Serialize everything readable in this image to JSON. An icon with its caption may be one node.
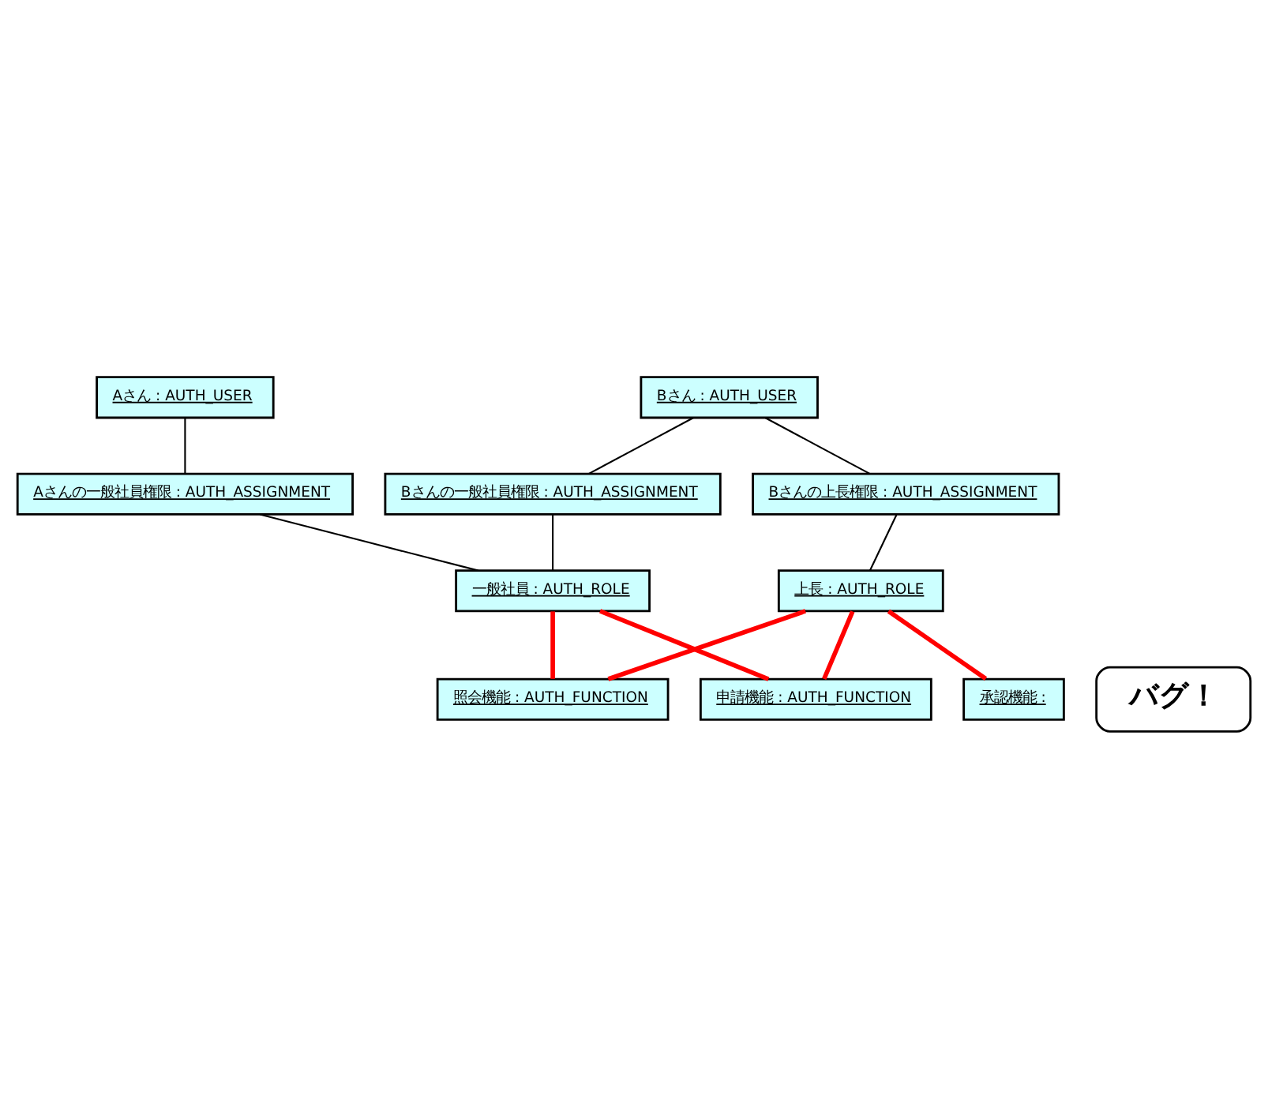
{
  "diagram": {
    "nodes": [
      {
        "text": [
          "Aさん : AUTH_USER"
        ]
      },
      {
        "text": [
          "Bさん : AUTH_USER"
        ]
      },
      {
        "text": [
          "Aさんの一般社員権限 : AUTH_ASSIGNMENT"
        ]
      },
      {
        "text": [
          "Bさんの一般社員権限 : AUTH_ASSIGNMENT"
        ]
      },
      {
        "text": [
          "Bさんの上長権限 : AUTH_ASSIGNMENT"
        ]
      },
      {
        "text": [
          "一般社員 : AUTH_ROLE"
        ]
      },
      {
        "text": [
          "上長 : AUTH_ROLE"
        ]
      },
      {
        "text": [
          "申請機能 : AUTH_FUNCTION"
        ]
      },
      {
        "text": [
          "照会機能 : AUTH_FUNCTION"
        ]
      },
      {
        "text": [
          "承認機能 :"
        ]
      },
      {
        "text": [
          "バグ！"
        ]
      }
    ],
    "edges": [
      {
        "from": 0,
        "to": 2,
        "arrow": "none"
      },
      {
        "from": 1,
        "to": 3,
        "arrow": "none"
      },
      {
        "from": 1,
        "to": 4,
        "arrow": "none"
      },
      {
        "from": 2,
        "to": 5,
        "arrow": "none"
      },
      {
        "from": 3,
        "to": 5,
        "arrow": "none"
      },
      {
        "from": 4,
        "to": 6,
        "arrow": "none"
      },
      {
        "from": 5,
        "to": 7,
        "arrow": "none",
        "style": "thick",
        "color": "#ff0000"
      },
      {
        "from": 5,
        "to": 8,
        "arrow": "none",
        "style": "thick",
        "color": "#ff0000"
      },
      {
        "from": 6,
        "to": 7,
        "arrow": "none",
        "style": "thick",
        "color": "#ff0000"
      },
      {
        "from": 6,
        "to": 8,
        "arrow": "none",
        "style": "thick",
        "color": "#ff0000"
      },
      {
        "from": 6,
        "to": 9,
        "arrow": "none",
        "style": "thick",
        "color": "#ff0000"
      }
    ]
  }
}
